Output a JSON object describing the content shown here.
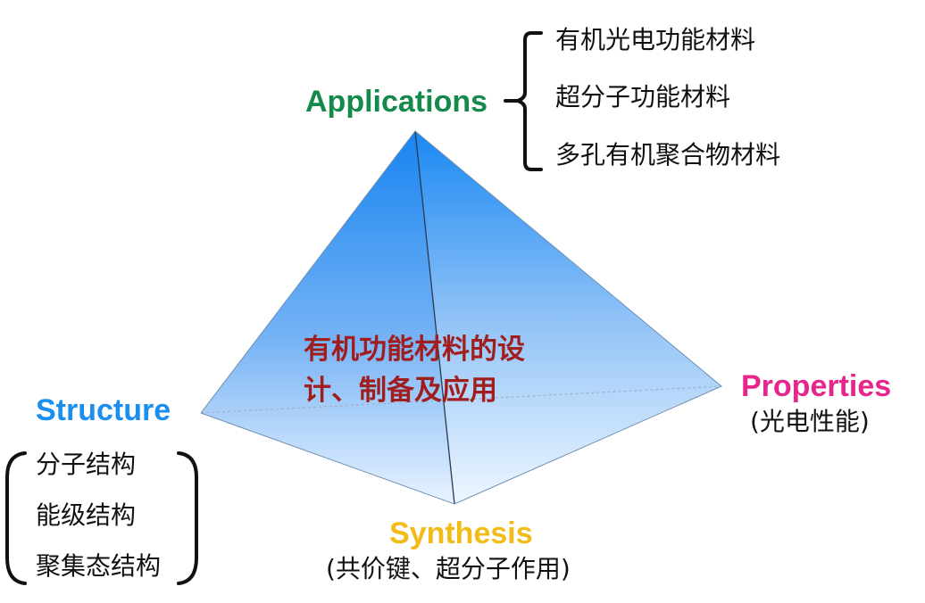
{
  "colors": {
    "applications": "#138a4c",
    "structure": "#1a8fef",
    "properties": "#e8258c",
    "synthesis": "#f2bb16",
    "center_text": "#a01e1e",
    "pyramid_light": "#eaf4ff",
    "pyramid_dark": "#1784f0"
  },
  "applications": {
    "title": "Applications",
    "items": [
      "有机光电功能材料",
      "超分子功能材料",
      "多孔有机聚合物材料"
    ]
  },
  "structure": {
    "title": "Structure",
    "items": [
      "分子结构",
      "能级结构",
      "聚集态结构"
    ]
  },
  "properties": {
    "title": "Properties",
    "subtitle": "(光电性能)"
  },
  "synthesis": {
    "title": "Synthesis",
    "subtitle": "(共价键、超分子作用)"
  },
  "center": {
    "line1": "有机功能材料的设",
    "line2": "计、制备及应用"
  }
}
